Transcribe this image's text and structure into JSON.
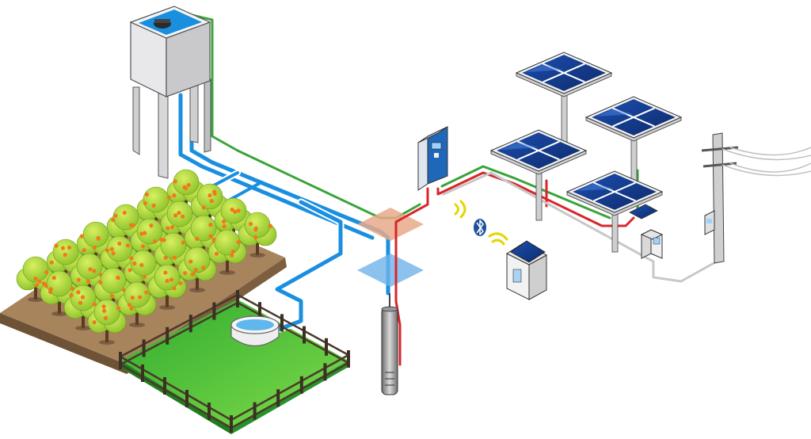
{
  "diagram": {
    "components": [
      {
        "id": "water-tower",
        "icon": "water-tower-icon"
      },
      {
        "id": "orchard",
        "icon": "orchard-trees-icon"
      },
      {
        "id": "pasture",
        "icon": "fenced-pasture-icon"
      },
      {
        "id": "drinking-trough",
        "icon": "water-trough-icon"
      },
      {
        "id": "borehole-pump",
        "icon": "submersible-pump-icon"
      },
      {
        "id": "pump-controller",
        "icon": "inverter-controller-icon"
      },
      {
        "id": "solar-array",
        "icon": "solar-panel-icon",
        "count": 4
      },
      {
        "id": "combiner-box",
        "icon": "junction-box-icon"
      },
      {
        "id": "power-pole",
        "icon": "utility-pole-icon"
      },
      {
        "id": "remote-monitor",
        "icon": "solar-monitoring-station-icon"
      },
      {
        "id": "wireless-link",
        "icon": "bluetooth-icon"
      }
    ],
    "colors": {
      "water_pipe": "#1a8fe0",
      "signal_wire": "#3aa43a",
      "power_wire": "#d8262b",
      "grid_wire": "#c8c8c8",
      "panel": "#1a3f8f",
      "grass": "#3fbf3f",
      "tree_foliage": "#a6d63a",
      "fruit": "#f07a1a",
      "soil": "#8a6b4a"
    }
  }
}
